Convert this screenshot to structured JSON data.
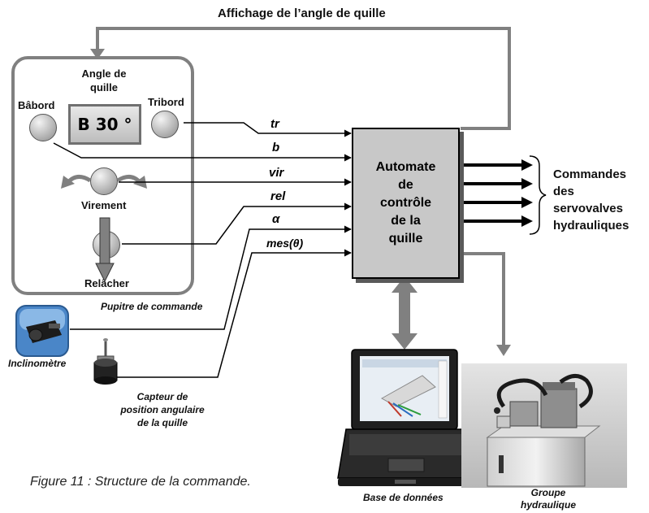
{
  "top_label": "Affichage de l’angle de quille",
  "panel": {
    "angle_label": "Angle de\nquille",
    "display_value": "B 30 °",
    "babord_label": "Bâbord",
    "tribord_label": "Tribord",
    "virement_label": "Virement",
    "relacher_label": "Relâcher",
    "caption": "Pupitre de commande"
  },
  "signals": {
    "tr": "tr",
    "b": "b",
    "vir": "vir",
    "rel": "rel",
    "alpha": "α",
    "mes": "mes(θ)"
  },
  "automate_label": "Automate\nde\ncontrôle\nde la\nquille",
  "commands_label": "Commandes\ndes\nservovalves\nhydrauliques",
  "inclinometre_label": "Inclinomètre",
  "capteur_label": "Capteur de\nposition angulaire\nde la quille",
  "base_label": "Base de données",
  "groupe_label": "Groupe\nhydraulique",
  "figure_caption": "Figure 11 : Structure de la commande.",
  "colors": {
    "gray_arrow": "#808080",
    "automate_fill": "#c8c8c8",
    "panel_border": "#808080"
  }
}
